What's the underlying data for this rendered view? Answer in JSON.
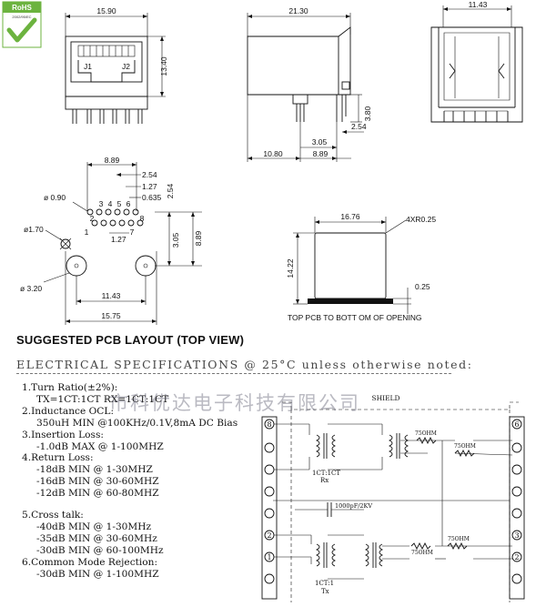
{
  "rohs": {
    "title": "RoHS",
    "subtitle": "2002/95/EC"
  },
  "views": {
    "front": {
      "width": "15.90",
      "height": "13.40",
      "pin_left": "J1",
      "pin_right": "J2"
    },
    "side": {
      "width": "21.30",
      "dim_380": "3.80",
      "dim_254": "2.54",
      "dim_305": "3.05",
      "dim_1080": "10.80",
      "dim_889": "8.89"
    },
    "right": {
      "width": "11.43"
    },
    "footprint": {
      "d889_top": "8.89",
      "d254": "2.54",
      "d127": "1.27",
      "d0635": "0.635",
      "d254v": "2.54",
      "d090": "ø 0.90",
      "d170": "ø1.70",
      "d320": "ø 3.20",
      "d127b": "1.27",
      "d305": "3.05",
      "d889_right": "8.89",
      "d1143": "11.43",
      "d1575": "15.75",
      "pin_labels": [
        "2",
        "3",
        "4",
        "5",
        "6",
        "8",
        "1",
        "7"
      ]
    },
    "opening": {
      "width": "16.76",
      "corner": "4XR0.25",
      "height": "14.22",
      "edge": "0.25",
      "caption": "TOP PCB TO BOTT OM OF OPENING"
    }
  },
  "pcb_layout_title": "SUGGESTED PCB LAYOUT (TOP VIEW)",
  "electrical_title": "ELECTRICAL  SPECIFICATIONS  @  25°C  unless  otherwise  noted:",
  "specs": {
    "s1": "1.Turn Ratio(±2%):",
    "s1a": "TX=1CT:1CT    RX=1CT:1CT",
    "s2": "2.Inductance OCL:",
    "s2a": "350uH MIN @100KHz/0.1V,8mA DC Bias",
    "s3": "3.Insertion Loss:",
    "s3a": "-1.0dB MAX @ 1-100MHZ",
    "s4": "4.Return Loss:",
    "s4a": "-18dB MIN @ 1-30MHZ",
    "s4b": "-16dB MIN @ 30-60MHZ",
    "s4c": "-12dB MIN @ 60-80MHZ",
    "s5": "5.Cross talk:",
    "s5a": "-40dB MIN @ 1-30MHz",
    "s5b": "-35dB MIN @ 30-60MHz",
    "s5c": "-30dB MIN @ 60-100MHz",
    "s6": "6.Common Mode Rejection:",
    "s6a": "-30dB MIN @ 1-100MHZ"
  },
  "watermark": "市科优达电子科技有限公司",
  "schematic": {
    "shield": "SHIELD",
    "r1": "75OHM",
    "r2": "75OHM",
    "r3": "75OHM",
    "r4": "75OHM",
    "cap": "1000pF/2KV",
    "rx_ratio": "1CT:1CT",
    "rx": "Rx",
    "tx_ratio": "1CT:1",
    "tx": "Tx",
    "left_pins": [
      "8",
      "",
      "",
      "",
      "",
      "",
      "2",
      "1"
    ],
    "right_pins": [
      "6",
      "",
      "",
      "",
      "",
      "",
      "3",
      "2"
    ]
  }
}
